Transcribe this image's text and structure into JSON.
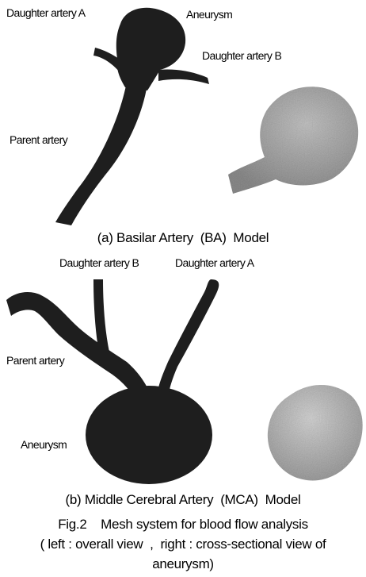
{
  "figure_a": {
    "labels": {
      "daughter_a": "Daughter artery A",
      "aneurysm": "Aneurysm",
      "daughter_b": "Daughter artery B",
      "parent": "Parent artery"
    },
    "caption": "(a) Basilar Artery  (BA)  Model"
  },
  "figure_b": {
    "labels": {
      "daughter_b": "Daughter artery B",
      "daughter_a": "Daughter artery A",
      "parent": "Parent artery",
      "aneurysm": "Aneurysm"
    },
    "caption": "(b) Middle Cerebral Artery  (MCA)  Model"
  },
  "figure_caption": {
    "line1": "Fig.2    Mesh system for blood flow analysis",
    "line2": "( left : overall view  ,  right : cross-sectional view of",
    "line3": "aneurysm)"
  },
  "colors": {
    "vessel": "#1e1e1e",
    "mesh_a": "#a9a9a9",
    "mesh_b": "#bdbdbd"
  }
}
